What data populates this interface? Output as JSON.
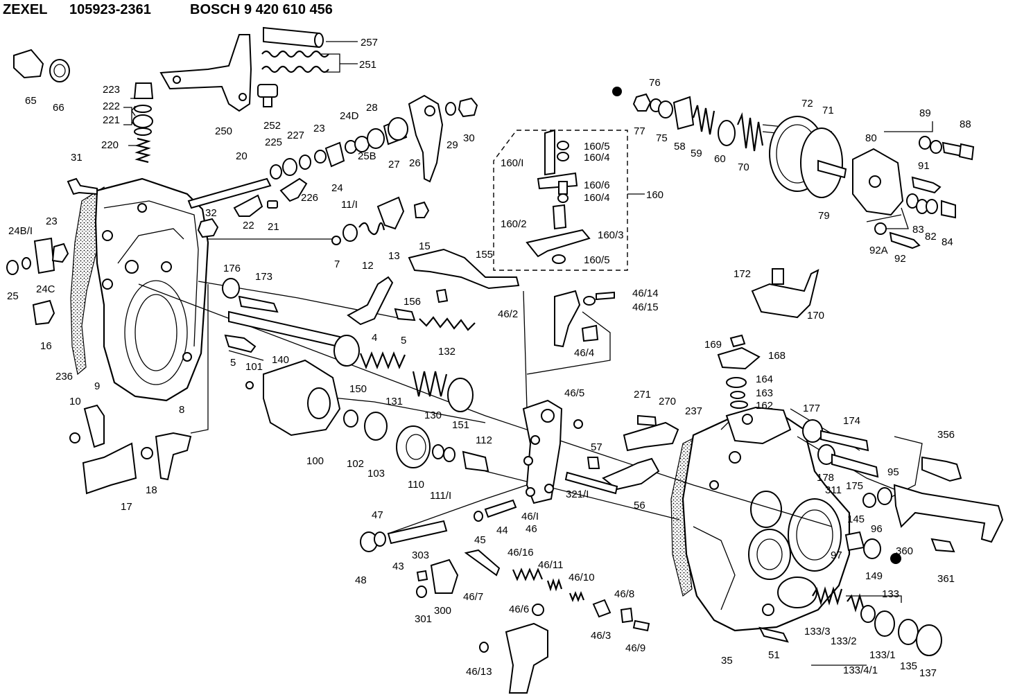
{
  "header": {
    "brand_zexel": "ZEXEL",
    "zexel_number": "105923-2361",
    "brand_bosch": "BOSCH",
    "bosch_number": "9 420 610 456"
  },
  "labels": [
    {
      "id": "p257",
      "text": "257"
    },
    {
      "id": "p251",
      "text": "251"
    },
    {
      "id": "p65",
      "text": "65"
    },
    {
      "id": "p66",
      "text": "66"
    },
    {
      "id": "p223",
      "text": "223"
    },
    {
      "id": "p222",
      "text": "222"
    },
    {
      "id": "p221",
      "text": "221"
    },
    {
      "id": "p220",
      "text": "220"
    },
    {
      "id": "p250",
      "text": "250"
    },
    {
      "id": "p252",
      "text": "252"
    },
    {
      "id": "p31",
      "text": "31"
    },
    {
      "id": "p20",
      "text": "20"
    },
    {
      "id": "p225",
      "text": "225"
    },
    {
      "id": "p227",
      "text": "227"
    },
    {
      "id": "p23a",
      "text": "23"
    },
    {
      "id": "p24d",
      "text": "24D"
    },
    {
      "id": "p28",
      "text": "28"
    },
    {
      "id": "p29",
      "text": "29"
    },
    {
      "id": "p30",
      "text": "30"
    },
    {
      "id": "p27",
      "text": "27"
    },
    {
      "id": "p26",
      "text": "26"
    },
    {
      "id": "p25b",
      "text": "25B"
    },
    {
      "id": "p24",
      "text": "24"
    },
    {
      "id": "p226",
      "text": "226"
    },
    {
      "id": "p22",
      "text": "22"
    },
    {
      "id": "p21",
      "text": "21"
    },
    {
      "id": "p32",
      "text": "32"
    },
    {
      "id": "p248i",
      "text": "24B/I"
    },
    {
      "id": "p23b",
      "text": "23"
    },
    {
      "id": "p25",
      "text": "25"
    },
    {
      "id": "p24c",
      "text": "24C"
    },
    {
      "id": "p16",
      "text": "16"
    },
    {
      "id": "p236",
      "text": "236"
    },
    {
      "id": "p11i",
      "text": "11/I"
    },
    {
      "id": "p7",
      "text": "7"
    },
    {
      "id": "p12",
      "text": "12"
    },
    {
      "id": "p13",
      "text": "13"
    },
    {
      "id": "p15",
      "text": "15"
    },
    {
      "id": "p155",
      "text": "155"
    },
    {
      "id": "p176",
      "text": "176"
    },
    {
      "id": "p173",
      "text": "173"
    },
    {
      "id": "p4",
      "text": "4"
    },
    {
      "id": "p156",
      "text": "156"
    },
    {
      "id": "p5a",
      "text": "5"
    },
    {
      "id": "p132",
      "text": "132"
    },
    {
      "id": "p140",
      "text": "140"
    },
    {
      "id": "p5b",
      "text": "5"
    },
    {
      "id": "p101",
      "text": "101"
    },
    {
      "id": "p150",
      "text": "150"
    },
    {
      "id": "p131",
      "text": "131"
    },
    {
      "id": "p130",
      "text": "130"
    },
    {
      "id": "p151",
      "text": "151"
    },
    {
      "id": "p9",
      "text": "9"
    },
    {
      "id": "p10",
      "text": "10"
    },
    {
      "id": "p8",
      "text": "8"
    },
    {
      "id": "p18",
      "text": "18"
    },
    {
      "id": "p17",
      "text": "17"
    },
    {
      "id": "p100",
      "text": "100"
    },
    {
      "id": "p102",
      "text": "102"
    },
    {
      "id": "p103",
      "text": "103"
    },
    {
      "id": "p110",
      "text": "110"
    },
    {
      "id": "p111i",
      "text": "111/I"
    },
    {
      "id": "p112",
      "text": "112"
    },
    {
      "id": "p76",
      "text": "76"
    },
    {
      "id": "p77",
      "text": "77"
    },
    {
      "id": "p75",
      "text": "75"
    },
    {
      "id": "p58",
      "text": "58"
    },
    {
      "id": "p59",
      "text": "59"
    },
    {
      "id": "p60",
      "text": "60"
    },
    {
      "id": "p70",
      "text": "70"
    },
    {
      "id": "p72",
      "text": "72"
    },
    {
      "id": "p71",
      "text": "71"
    },
    {
      "id": "p79",
      "text": "79"
    },
    {
      "id": "p80",
      "text": "80"
    },
    {
      "id": "p89",
      "text": "89"
    },
    {
      "id": "p88",
      "text": "88"
    },
    {
      "id": "p91",
      "text": "91"
    },
    {
      "id": "p83",
      "text": "83"
    },
    {
      "id": "p82",
      "text": "82"
    },
    {
      "id": "p84",
      "text": "84"
    },
    {
      "id": "p92a",
      "text": "92A"
    },
    {
      "id": "p92",
      "text": "92"
    },
    {
      "id": "p1605a",
      "text": "160/5"
    },
    {
      "id": "p1604a",
      "text": "160/4"
    },
    {
      "id": "p1601",
      "text": "160/I"
    },
    {
      "id": "p1606",
      "text": "160/6"
    },
    {
      "id": "p1604b",
      "text": "160/4"
    },
    {
      "id": "p160",
      "text": "160"
    },
    {
      "id": "p1602",
      "text": "160/2"
    },
    {
      "id": "p1603",
      "text": "160/3"
    },
    {
      "id": "p1605b",
      "text": "160/5"
    },
    {
      "id": "p4614",
      "text": "46/14"
    },
    {
      "id": "p4615",
      "text": "46/15"
    },
    {
      "id": "p462",
      "text": "46/2"
    },
    {
      "id": "p464",
      "text": "46/4"
    },
    {
      "id": "p172",
      "text": "172"
    },
    {
      "id": "p170",
      "text": "170"
    },
    {
      "id": "p169",
      "text": "169"
    },
    {
      "id": "p168",
      "text": "168"
    },
    {
      "id": "p164",
      "text": "164"
    },
    {
      "id": "p163",
      "text": "163"
    },
    {
      "id": "p162",
      "text": "162"
    },
    {
      "id": "p465",
      "text": "46/5"
    },
    {
      "id": "p271",
      "text": "271"
    },
    {
      "id": "p270",
      "text": "270"
    },
    {
      "id": "p237",
      "text": "237"
    },
    {
      "id": "p177",
      "text": "177"
    },
    {
      "id": "p174",
      "text": "174"
    },
    {
      "id": "p356",
      "text": "356"
    },
    {
      "id": "p57",
      "text": "57"
    },
    {
      "id": "p178",
      "text": "178"
    },
    {
      "id": "p175",
      "text": "175"
    },
    {
      "id": "p95",
      "text": "95"
    },
    {
      "id": "p311",
      "text": "311"
    },
    {
      "id": "p3211",
      "text": "321/I"
    },
    {
      "id": "p56",
      "text": "56"
    },
    {
      "id": "p461",
      "text": "46/I"
    },
    {
      "id": "p46",
      "text": "46"
    },
    {
      "id": "p47",
      "text": "47"
    },
    {
      "id": "p45a",
      "text": "45"
    },
    {
      "id": "p44",
      "text": "44"
    },
    {
      "id": "p145",
      "text": "145"
    },
    {
      "id": "p96",
      "text": "96"
    },
    {
      "id": "p360",
      "text": "360"
    },
    {
      "id": "p97",
      "text": "97"
    },
    {
      "id": "p149",
      "text": "149"
    },
    {
      "id": "p361",
      "text": "361"
    },
    {
      "id": "p48",
      "text": "48"
    },
    {
      "id": "p43",
      "text": "43"
    },
    {
      "id": "p303",
      "text": "303"
    },
    {
      "id": "p4616",
      "text": "46/16"
    },
    {
      "id": "p4611",
      "text": "46/11"
    },
    {
      "id": "p4610",
      "text": "46/10"
    },
    {
      "id": "p301",
      "text": "301"
    },
    {
      "id": "p300",
      "text": "300"
    },
    {
      "id": "p467",
      "text": "46/7"
    },
    {
      "id": "p466",
      "text": "46/6"
    },
    {
      "id": "p468",
      "text": "46/8"
    },
    {
      "id": "p463",
      "text": "46/3"
    },
    {
      "id": "p469",
      "text": "46/9"
    },
    {
      "id": "p4613",
      "text": "46/13"
    },
    {
      "id": "p133",
      "text": "133"
    },
    {
      "id": "p1333",
      "text": "133/3"
    },
    {
      "id": "p1332",
      "text": "133/2"
    },
    {
      "id": "p13341",
      "text": "133/4/1"
    },
    {
      "id": "p1331",
      "text": "133/1"
    },
    {
      "id": "p135",
      "text": "135"
    },
    {
      "id": "p137",
      "text": "137"
    },
    {
      "id": "p35",
      "text": "35"
    },
    {
      "id": "p51",
      "text": "51"
    }
  ]
}
